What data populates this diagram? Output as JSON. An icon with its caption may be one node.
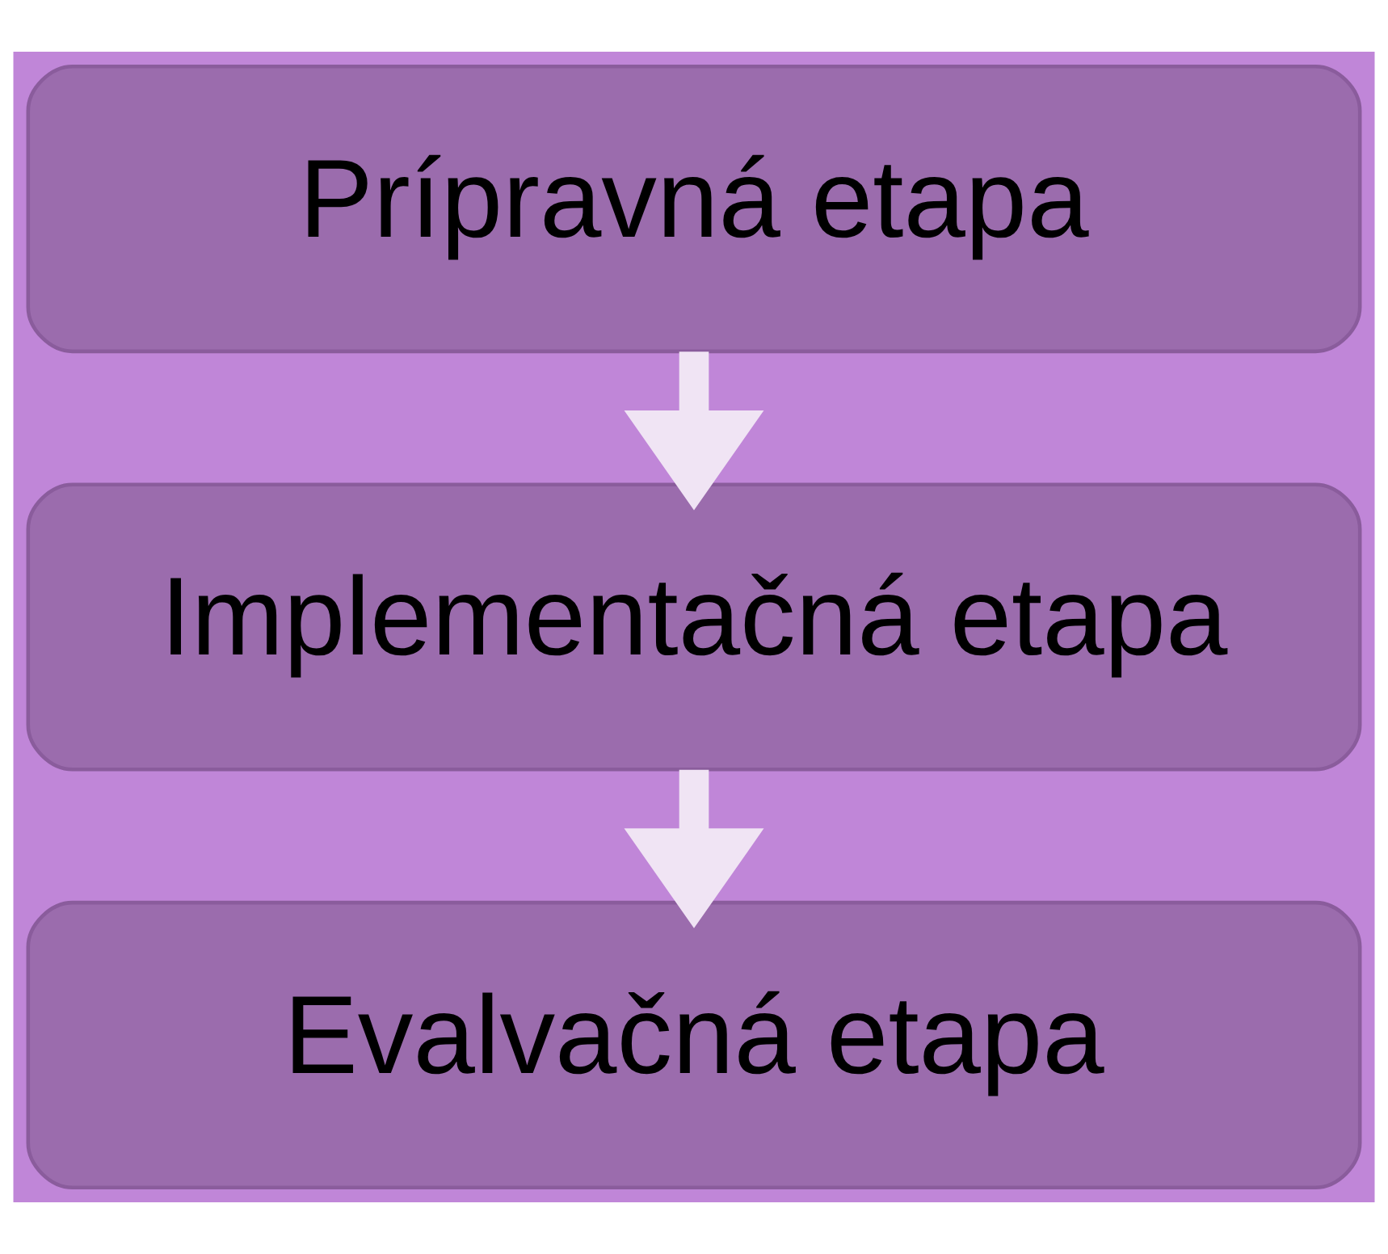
{
  "diagram": {
    "nodes": [
      {
        "text": [
          "Prípravná etapa"
        ]
      },
      {
        "text": [
          "Implementačná etapa"
        ]
      },
      {
        "text": [
          "Evalvačná etapa"
        ]
      }
    ],
    "edges": [
      {
        "from": 0,
        "to": 1,
        "arrow": "to"
      },
      {
        "from": 1,
        "to": 2,
        "arrow": "to"
      }
    ]
  }
}
